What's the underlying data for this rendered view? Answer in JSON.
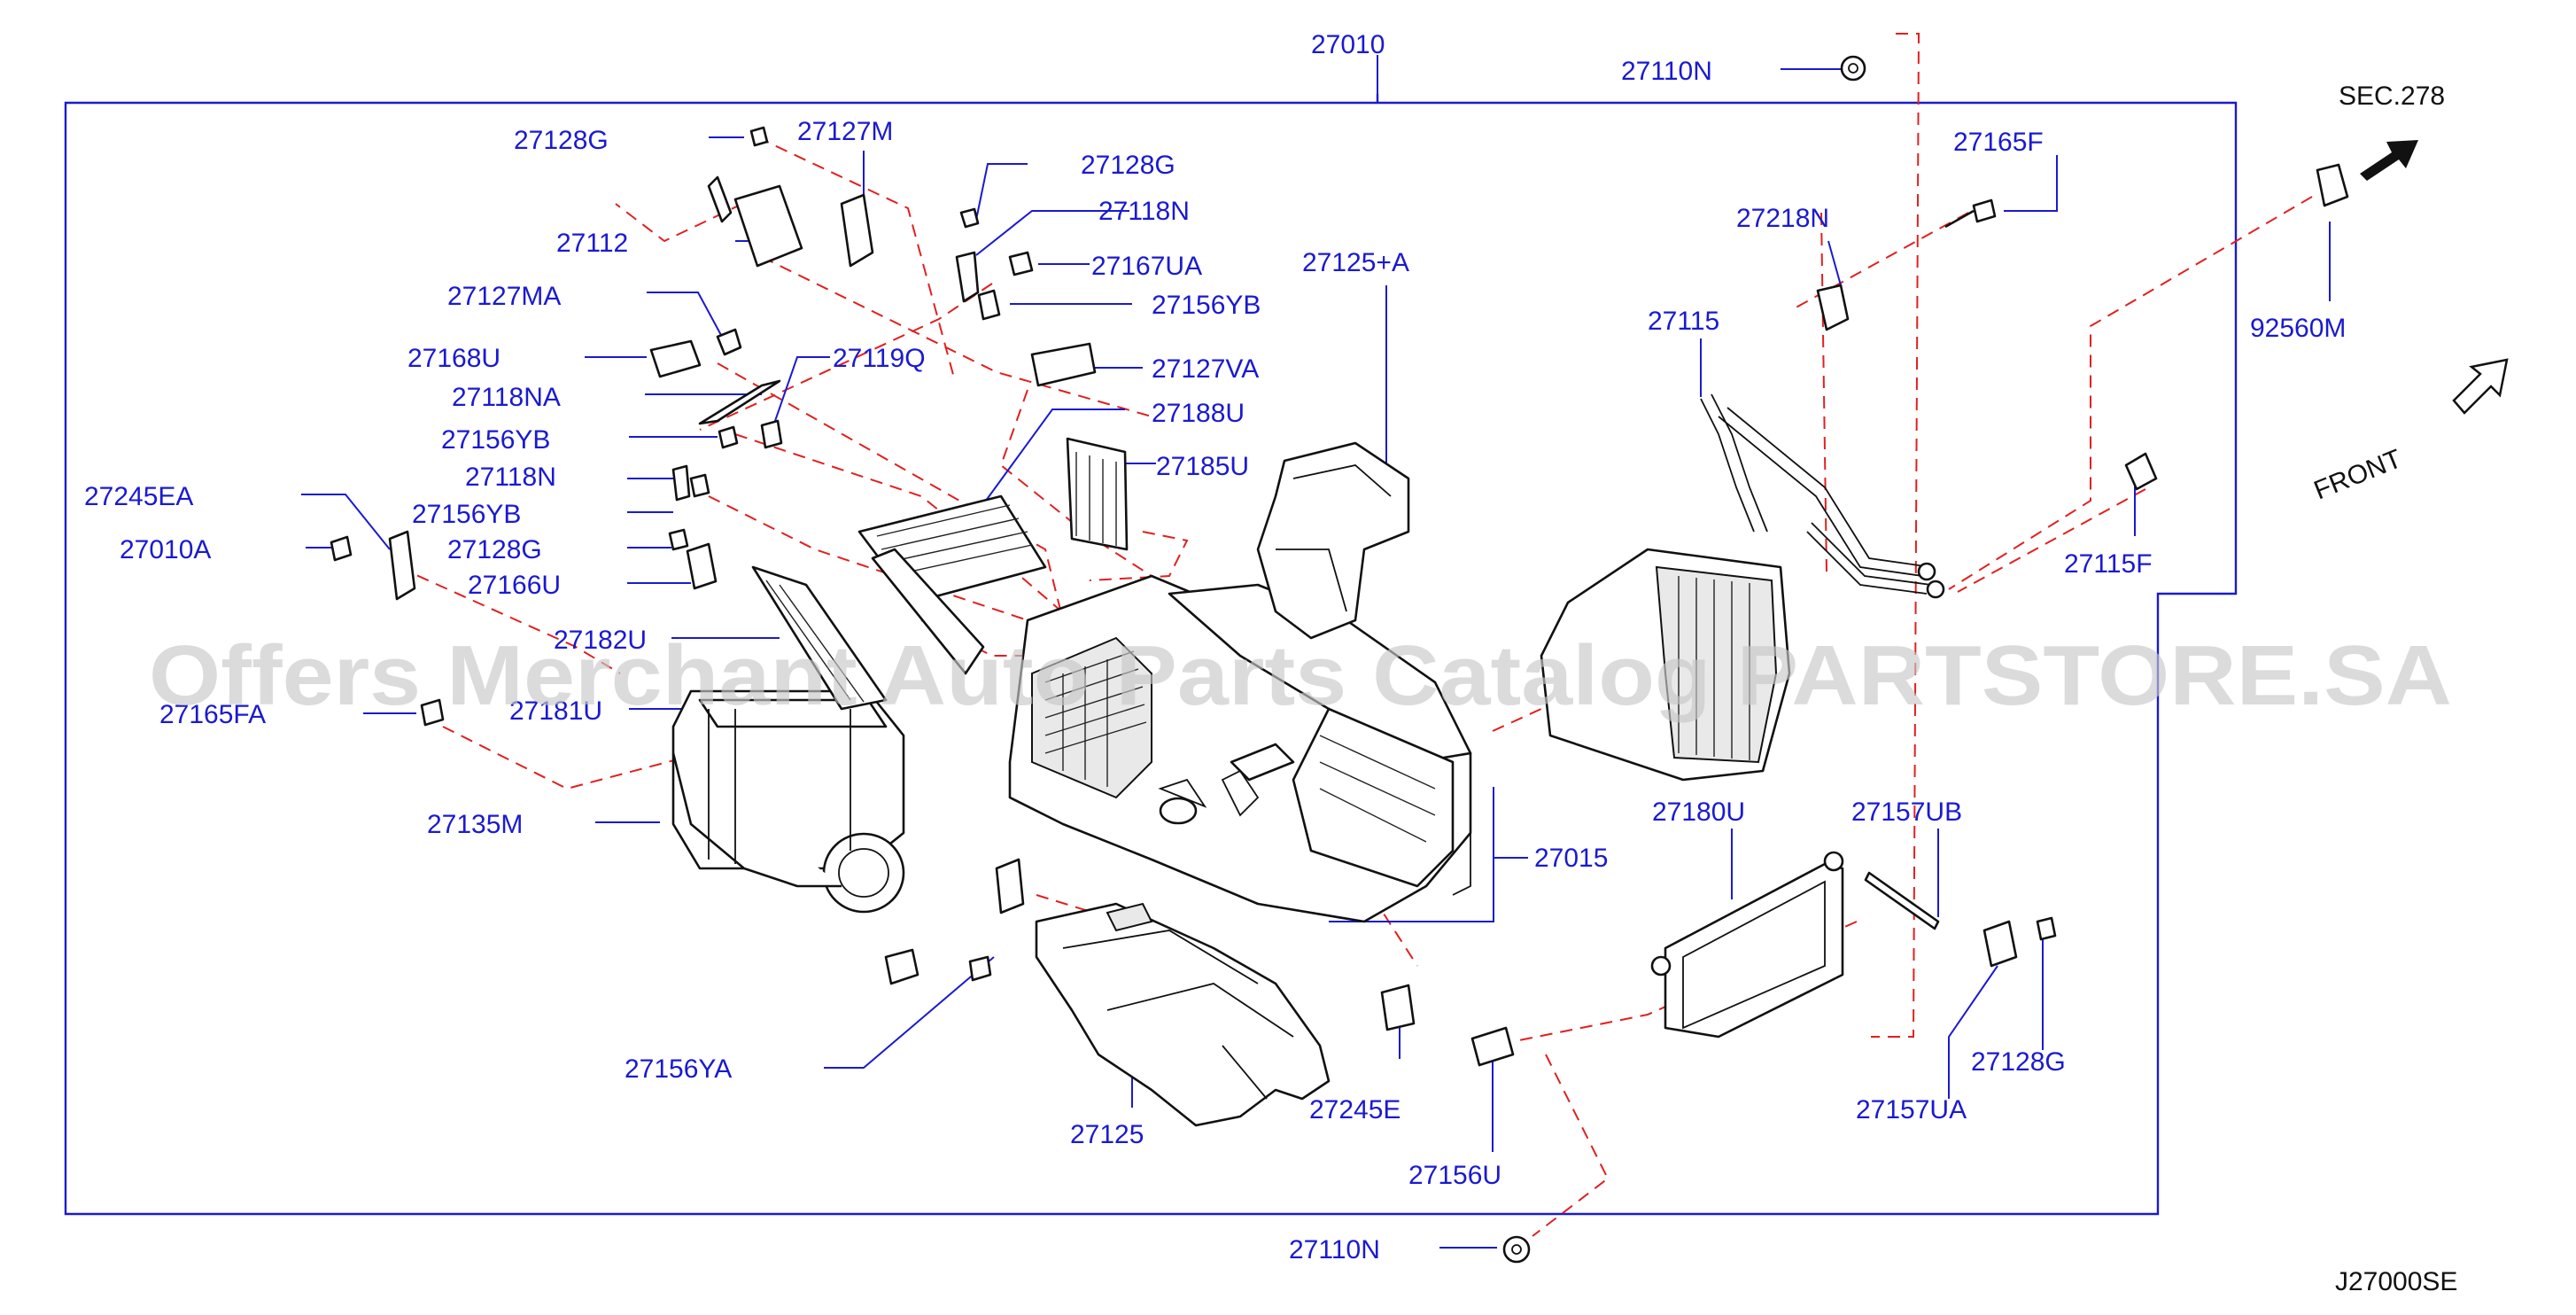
{
  "diagram_id": "J27000SE",
  "section_ref": "SEC.278",
  "front_label": "FRONT",
  "watermark": "Offers Merchant Auto Parts Catalog PARTSTORE.SA",
  "colors": {
    "label": "#1a1ad0",
    "leader": "#1a1ad0",
    "dashed": "#e02020",
    "parts": "#111111",
    "watermark": "#c8c8c8"
  },
  "labels": [
    {
      "id": "27010",
      "text": "27010"
    },
    {
      "id": "27110N-top",
      "text": "27110N"
    },
    {
      "id": "27128G-a",
      "text": "27128G"
    },
    {
      "id": "27127M",
      "text": "27127M"
    },
    {
      "id": "27128G-b",
      "text": "27128G"
    },
    {
      "id": "27165F",
      "text": "27165F"
    },
    {
      "id": "27118N-a",
      "text": "27118N"
    },
    {
      "id": "27112",
      "text": "27112"
    },
    {
      "id": "27167UA",
      "text": "27167UA"
    },
    {
      "id": "27218N",
      "text": "27218N"
    },
    {
      "id": "27125A",
      "text": "27125+A"
    },
    {
      "id": "27127MA",
      "text": "27127MA"
    },
    {
      "id": "27156YB-a",
      "text": "27156YB"
    },
    {
      "id": "27115",
      "text": "27115"
    },
    {
      "id": "92560M",
      "text": "92560M"
    },
    {
      "id": "27168U",
      "text": "27168U"
    },
    {
      "id": "27119Q",
      "text": "27119Q"
    },
    {
      "id": "27127VA",
      "text": "27127VA"
    },
    {
      "id": "27118NA",
      "text": "27118NA"
    },
    {
      "id": "27188U",
      "text": "27188U"
    },
    {
      "id": "27156YB-b",
      "text": "27156YB"
    },
    {
      "id": "27185U",
      "text": "27185U"
    },
    {
      "id": "27118N-b",
      "text": "27118N"
    },
    {
      "id": "27245EA",
      "text": "27245EA"
    },
    {
      "id": "27156YB-c",
      "text": "27156YB"
    },
    {
      "id": "27010A",
      "text": "27010A"
    },
    {
      "id": "27128G-c",
      "text": "27128G"
    },
    {
      "id": "27115F",
      "text": "27115F"
    },
    {
      "id": "27166U",
      "text": "27166U"
    },
    {
      "id": "27182U",
      "text": "27182U"
    },
    {
      "id": "27181U",
      "text": "27181U"
    },
    {
      "id": "27165FA",
      "text": "27165FA"
    },
    {
      "id": "27135M",
      "text": "27135M"
    },
    {
      "id": "27180U",
      "text": "27180U"
    },
    {
      "id": "27157UB",
      "text": "27157UB"
    },
    {
      "id": "27015",
      "text": "27015"
    },
    {
      "id": "27156YA",
      "text": "27156YA"
    },
    {
      "id": "27128G-d",
      "text": "27128G"
    },
    {
      "id": "27245E",
      "text": "27245E"
    },
    {
      "id": "27157UA",
      "text": "27157UA"
    },
    {
      "id": "27125",
      "text": "27125"
    },
    {
      "id": "27156U",
      "text": "27156U"
    },
    {
      "id": "27110N-bottom",
      "text": "27110N"
    }
  ]
}
